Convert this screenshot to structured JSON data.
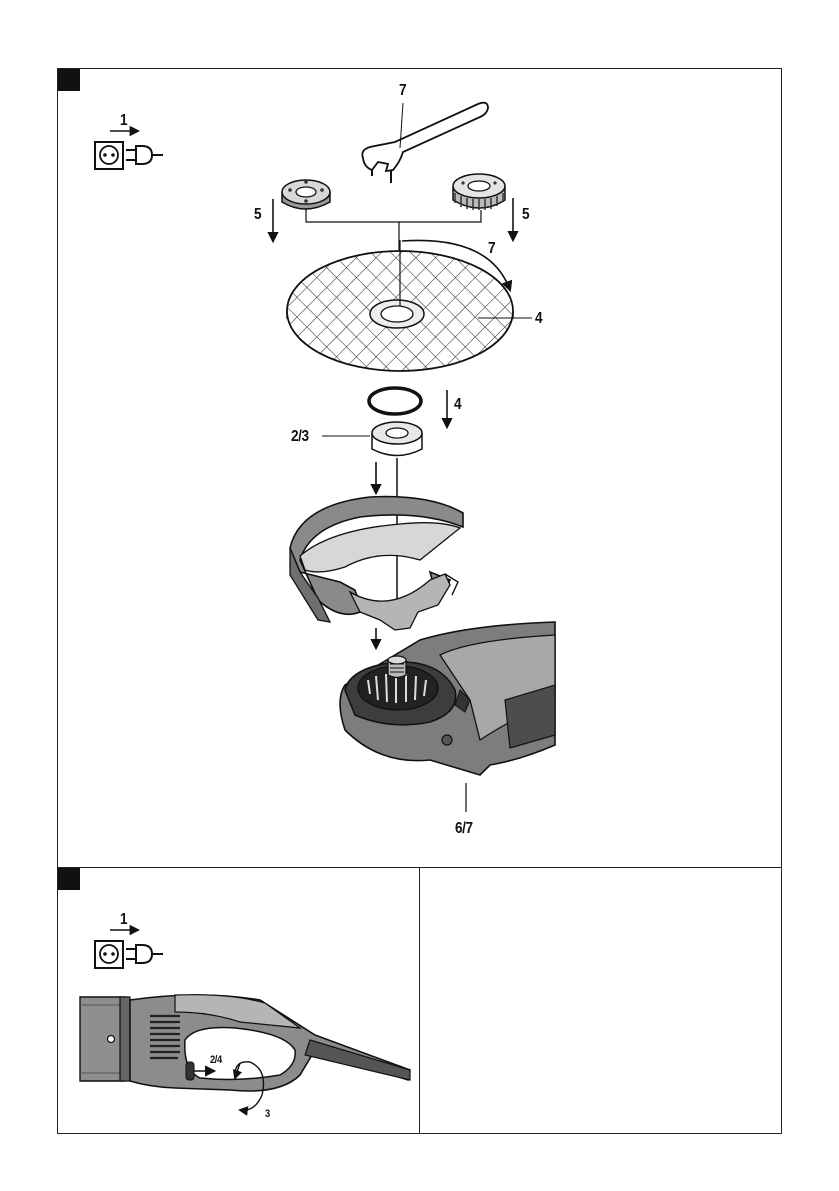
{
  "panel1": {
    "callouts": {
      "step_unplug": "1",
      "wrench": "7",
      "flange_nut_left": "5",
      "flange_nut_right": "5",
      "rotate_arrow": "7",
      "disc": "4",
      "oring": "4",
      "flange": "2/3",
      "spindle": "6/7"
    }
  },
  "panel2": {
    "callouts": {
      "step_unplug": "1",
      "press": "2/4",
      "rotate": "3"
    }
  },
  "icons": [
    "socket-icon",
    "plug-icon",
    "arrow-right-icon"
  ]
}
